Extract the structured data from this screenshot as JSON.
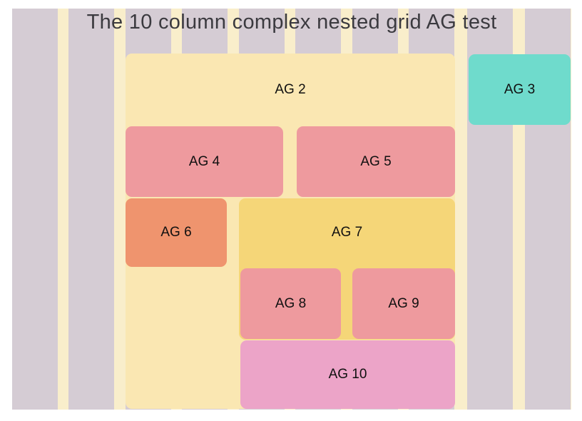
{
  "page": {
    "title": "The 10 column complex nested grid AG test",
    "background": "#ffffff"
  },
  "grid": {
    "column_count": 10,
    "stripe_color": "#d5ccd4",
    "gap_color": "#f9eecb"
  },
  "boxes": {
    "ag2": {
      "label": "AG 2",
      "color": "#fae7b2"
    },
    "ag3": {
      "label": "AG 3",
      "color": "#6fdbcc"
    },
    "ag4": {
      "label": "AG 4",
      "color": "#ee9a9e"
    },
    "ag5": {
      "label": "AG 5",
      "color": "#ee9a9e"
    },
    "ag6": {
      "label": "AG 6",
      "color": "#ef946e"
    },
    "ag7": {
      "label": "AG 7",
      "color": "#f5d678"
    },
    "ag8": {
      "label": "AG 8",
      "color": "#ee9a9e"
    },
    "ag9": {
      "label": "AG 9",
      "color": "#ee9a9e"
    },
    "ag10": {
      "label": "AG 10",
      "color": "#eca4c8"
    }
  },
  "text_colors": {
    "title_text": "#3b3a3f",
    "label_text": "#101010"
  }
}
